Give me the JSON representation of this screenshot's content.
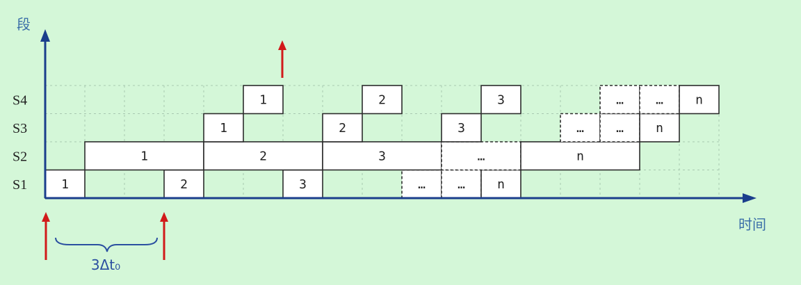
{
  "y_axis_label": "段",
  "x_axis_label": "时间",
  "duration_label": "3Δt₀",
  "stages": [
    "S1",
    "S2",
    "S3",
    "S4"
  ],
  "blocks": [
    {
      "stage": "S1",
      "start": 0,
      "len": 1,
      "text": "1",
      "dashed": false
    },
    {
      "stage": "S1",
      "start": 3,
      "len": 1,
      "text": "2",
      "dashed": false
    },
    {
      "stage": "S1",
      "start": 6,
      "len": 1,
      "text": "3",
      "dashed": false
    },
    {
      "stage": "S1",
      "start": 9,
      "len": 1,
      "text": "…",
      "dashed": true
    },
    {
      "stage": "S1",
      "start": 10,
      "len": 1,
      "text": "…",
      "dashed": true
    },
    {
      "stage": "S1",
      "start": 11,
      "len": 1,
      "text": "n",
      "dashed": false
    },
    {
      "stage": "S2",
      "start": 1,
      "len": 3,
      "text": "1",
      "dashed": false
    },
    {
      "stage": "S2",
      "start": 4,
      "len": 3,
      "text": "2",
      "dashed": false
    },
    {
      "stage": "S2",
      "start": 7,
      "len": 3,
      "text": "3",
      "dashed": false
    },
    {
      "stage": "S2",
      "start": 10,
      "len": 2,
      "text": "…",
      "dashed": true
    },
    {
      "stage": "S2",
      "start": 12,
      "len": 3,
      "text": "n",
      "dashed": false
    },
    {
      "stage": "S3",
      "start": 4,
      "len": 1,
      "text": "1",
      "dashed": false
    },
    {
      "stage": "S3",
      "start": 7,
      "len": 1,
      "text": "2",
      "dashed": false
    },
    {
      "stage": "S3",
      "start": 10,
      "len": 1,
      "text": "3",
      "dashed": false
    },
    {
      "stage": "S3",
      "start": 13,
      "len": 1,
      "text": "…",
      "dashed": true
    },
    {
      "stage": "S3",
      "start": 14,
      "len": 1,
      "text": "…",
      "dashed": true
    },
    {
      "stage": "S3",
      "start": 15,
      "len": 1,
      "text": "n",
      "dashed": false
    },
    {
      "stage": "S4",
      "start": 5,
      "len": 1,
      "text": "1",
      "dashed": false
    },
    {
      "stage": "S4",
      "start": 8,
      "len": 1,
      "text": "2",
      "dashed": false
    },
    {
      "stage": "S4",
      "start": 11,
      "len": 1,
      "text": "3",
      "dashed": false
    },
    {
      "stage": "S4",
      "start": 14,
      "len": 1,
      "text": "…",
      "dashed": true
    },
    {
      "stage": "S4",
      "start": 15,
      "len": 1,
      "text": "…",
      "dashed": true
    },
    {
      "stage": "S4",
      "start": 16,
      "len": 1,
      "text": "n",
      "dashed": false
    }
  ],
  "colors": {
    "background": "#d4f7d8",
    "axis": "#1a3e8c",
    "grid": "#a8c8b0",
    "red_arrow": "#d11a1a",
    "block_fill": "#ffffff",
    "block_stroke": "#2b2b2b"
  }
}
